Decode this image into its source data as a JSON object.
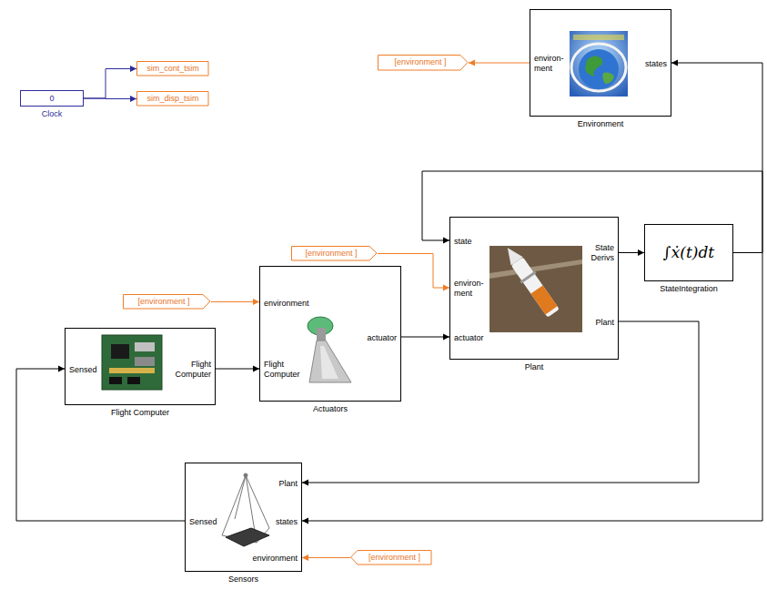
{
  "diagram": {
    "nodes": [
      {
        "text": [
          "0",
          "Clock"
        ]
      },
      {
        "text": [
          "sim_cont_tsim"
        ]
      },
      {
        "text": [
          "sim_disp_tsim"
        ]
      },
      {
        "text": [
          "[environment ]"
        ]
      },
      {
        "text": [
          "environ- ment",
          "states",
          "Environment"
        ]
      },
      {
        "text": [
          "state",
          "environ- ment",
          "actuator",
          "State Derivs",
          "Plant",
          "Plant"
        ]
      },
      {
        "text": [
          "∫ẋ(t)dt",
          "StateIntegration"
        ]
      },
      {
        "text": [
          "[environment ]"
        ]
      },
      {
        "text": [
          "[environment ]"
        ]
      },
      {
        "text": [
          "environment",
          "Flight Computer",
          "actuator",
          "Actuators"
        ]
      },
      {
        "text": [
          "Sensed",
          "Flight Computer",
          "Flight Computer"
        ]
      },
      {
        "text": [
          "Plant",
          "states",
          "environment",
          "Sensed",
          "Sensors"
        ]
      },
      {
        "text": [
          "[environment ]"
        ]
      }
    ],
    "edges": [
      {
        "from": 0,
        "to": 1,
        "arrow": "to"
      },
      {
        "from": 0,
        "to": 2,
        "arrow": "to"
      },
      {
        "from": 4,
        "to": 3,
        "arrow": "to"
      },
      {
        "from": 6,
        "to": 4,
        "arrow": "to"
      },
      {
        "from": 6,
        "to": 5,
        "arrow": "to"
      },
      {
        "from": 6,
        "to": 11,
        "arrow": "to"
      },
      {
        "from": 7,
        "to": 5,
        "arrow": "to"
      },
      {
        "from": 8,
        "to": 9,
        "arrow": "to"
      },
      {
        "from": 10,
        "to": 9,
        "arrow": "to"
      },
      {
        "from": 9,
        "to": 5,
        "arrow": "to"
      },
      {
        "from": 5,
        "to": 6,
        "arrow": "to"
      },
      {
        "from": 5,
        "to": 11,
        "arrow": "to"
      },
      {
        "from": 12,
        "to": 11,
        "arrow": "to"
      },
      {
        "from": 11,
        "to": 10,
        "arrow": "to"
      }
    ]
  }
}
